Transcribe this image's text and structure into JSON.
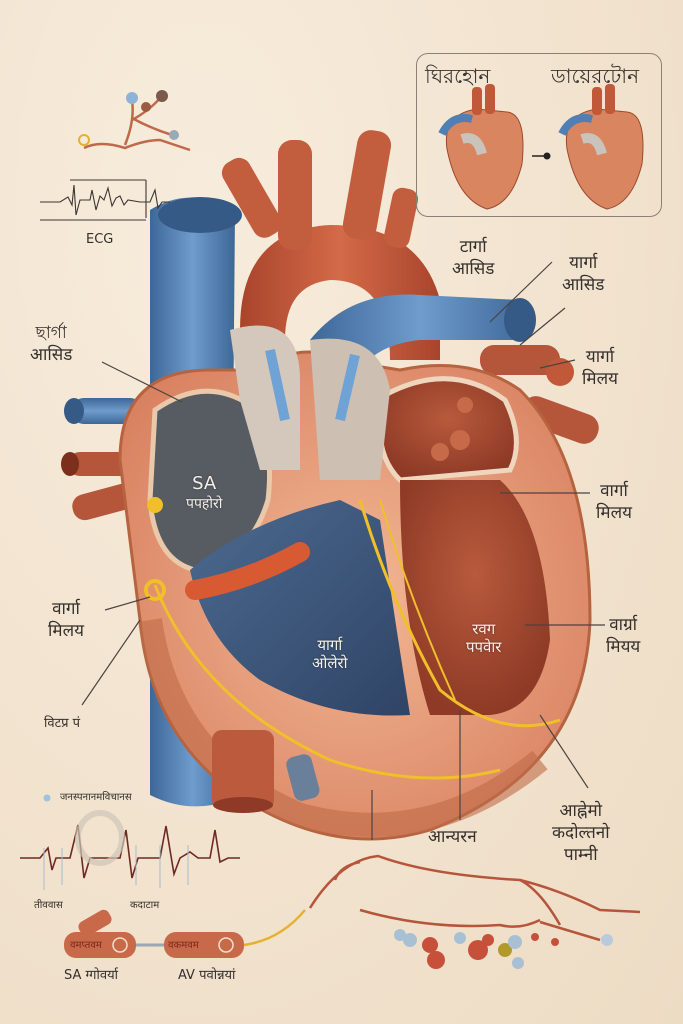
{
  "figure": {
    "type": "anatomical-illustration",
    "subject": "heart-conduction-system",
    "palette": {
      "background": "#f3e6d3",
      "artery_red": "#c2583a",
      "vein_blue": "#4f7fb5",
      "myocardium": "#e8a07c",
      "chamber_dark": "#555a60",
      "nerve_yellow": "#e8b020",
      "label_text": "#34302c"
    }
  },
  "inset": {
    "left_title": "ঘিরহোন",
    "right_title": "ডায়েরটোন"
  },
  "top_left": {
    "ecg_label": "ECG"
  },
  "labels": {
    "left_upper": [
      "ছার্গা",
      "आसिड"
    ],
    "top_center_right": [
      "टार्गा",
      "आसिड"
    ],
    "top_right": [
      "यार्गा",
      "आसिड"
    ],
    "right_vessel": [
      "यार्गा",
      "मिलय"
    ],
    "right_mid": [
      "वार्गा",
      "मिलय"
    ],
    "right_lower": [
      "वार्ग्रा",
      "मियय"
    ],
    "left_mid": [
      "वार्गा",
      "मिलय"
    ],
    "left_lower": "विटप्र पं",
    "bottom_center": "आन्यरन",
    "bottom_right": [
      "आह्नेमो",
      "कदोल्तनो",
      "पाम्नी"
    ]
  },
  "inner_labels": {
    "sa_node": [
      "SA",
      "पपहोरो"
    ],
    "left_ventricle": [
      "यार्गा",
      "ओलेरो"
    ],
    "right_ventricle": [
      "रवग",
      "पपवेार"
    ]
  },
  "bottom_panel": {
    "ecg_title": "जनस्पनानमविचानस",
    "ecg_left_label": "तीववास",
    "ecg_center_label": "कदाटाम",
    "node1_inner": "वमप्तवम",
    "node2_inner": "वकमवम",
    "node1_label": "SA ग्गोवर्या",
    "node2_label": "AV पवोन्नयां"
  }
}
